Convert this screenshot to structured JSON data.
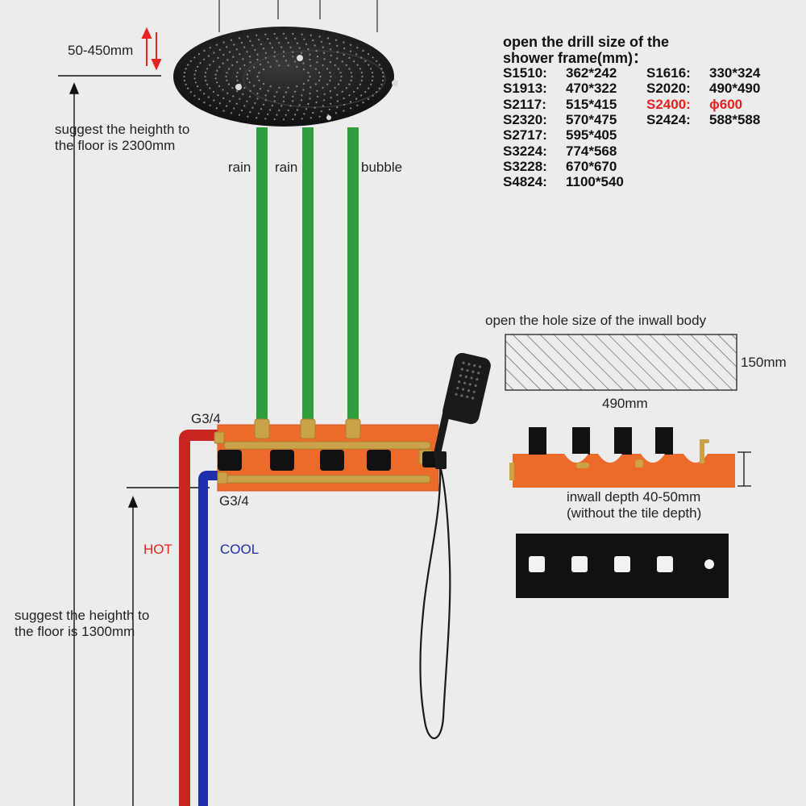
{
  "frame_label": "50-450mm",
  "ceiling_height_note": [
    "suggest the heighth to",
    "the floor is 2300mm"
  ],
  "pipe_labels": [
    "rain",
    "rain",
    "bubble"
  ],
  "drill_heading": [
    "open the drill size of the",
    "shower frame(mm)："
  ],
  "drill_sizes_left": [
    {
      "code": "S1510:",
      "size": "362*242"
    },
    {
      "code": "S1913:",
      "size": "470*322"
    },
    {
      "code": "S2117:",
      "size": "515*415"
    },
    {
      "code": "S2320:",
      "size": "570*475"
    },
    {
      "code": "S2717:",
      "size": "595*405"
    },
    {
      "code": "S3224:",
      "size": "774*568"
    },
    {
      "code": "S3228:",
      "size": "670*670"
    },
    {
      "code": "S4824:",
      "size": "1100*540"
    }
  ],
  "drill_sizes_right": [
    {
      "code": "S1616:",
      "size": "330*324"
    },
    {
      "code": "S2020:",
      "size": "490*490"
    },
    {
      "code": "S2400:",
      "size": "ϕ600",
      "highlight": true
    },
    {
      "code": "S2424:",
      "size": "588*588"
    }
  ],
  "hole_heading": "open the hole size of the inwall body",
  "hole_height": "150mm",
  "hole_width": "490mm",
  "thread_top": "G3/4",
  "thread_bottom": "G3/4",
  "hot_label": "HOT",
  "cool_label": "COOL",
  "inwall_depth": [
    "inwall depth 40-50mm",
    "(without the tile depth)"
  ],
  "valve_note": [
    "suggest the heighth to",
    "the floor is 1300mm"
  ],
  "colors": {
    "hot": "#c8251f",
    "cool": "#1d2ea8",
    "water_pipe": "#2e9e3c",
    "valve_body": "#ec6a2a",
    "brass": "#c9a24a",
    "highlight_text": "#e8231f"
  },
  "icons": [
    "rain-shower-head-icon",
    "hand-shower-icon",
    "thermostatic-mixer-icon",
    "cover-plate-icon"
  ]
}
